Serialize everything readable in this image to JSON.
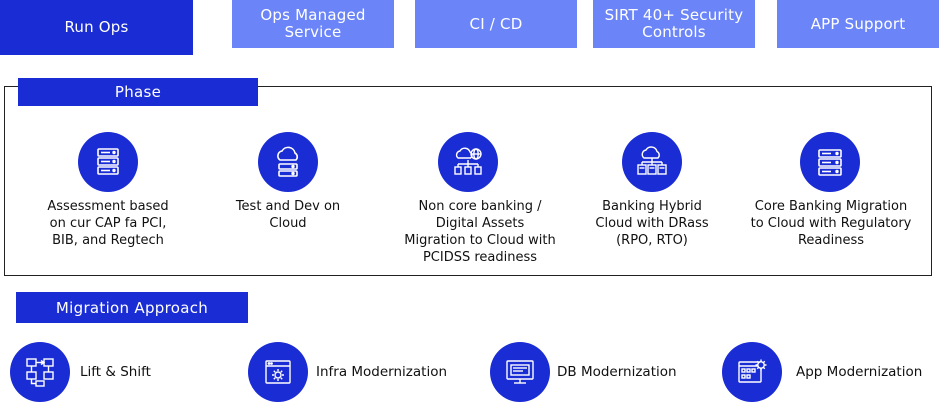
{
  "tabs": [
    {
      "label": "Run Ops"
    },
    {
      "label": "Ops Managed\nService"
    },
    {
      "label": "CI / CD"
    },
    {
      "label": "SIRT 40+ Security\nControls"
    },
    {
      "label": "APP Support"
    }
  ],
  "phase": {
    "title": "Phase",
    "items": [
      {
        "label": "Assessment based\non cur CAP fa PCI,\nBIB, and Regtech",
        "icon": "server-rack-icon"
      },
      {
        "label": "Test and Dev on\nCloud",
        "icon": "cloud-server-icon"
      },
      {
        "label": "Non core banking /\nDigital Assets\nMigration to Cloud with\nPCIDSS readiness",
        "icon": "cloud-network-icon"
      },
      {
        "label": "Banking Hybrid\nCloud with DRass\n(RPO, RTO)",
        "icon": "hybrid-cloud-icon"
      },
      {
        "label": "Core Banking Migration\nto Cloud with Regulatory\nReadiness",
        "icon": "server-stack-icon"
      }
    ]
  },
  "migration": {
    "title": "Migration Approach",
    "items": [
      {
        "label": "Lift & Shift",
        "icon": "lift-shift-icon"
      },
      {
        "label": "Infra Modernization",
        "icon": "infra-gear-icon"
      },
      {
        "label": "DB Modernization",
        "icon": "database-monitor-icon"
      },
      {
        "label": "App Modernization",
        "icon": "app-gear-icon"
      }
    ]
  },
  "colors": {
    "primary": "#1a2cd4",
    "secondary": "#6b85f8",
    "text": "#111111",
    "border": "#222222"
  }
}
